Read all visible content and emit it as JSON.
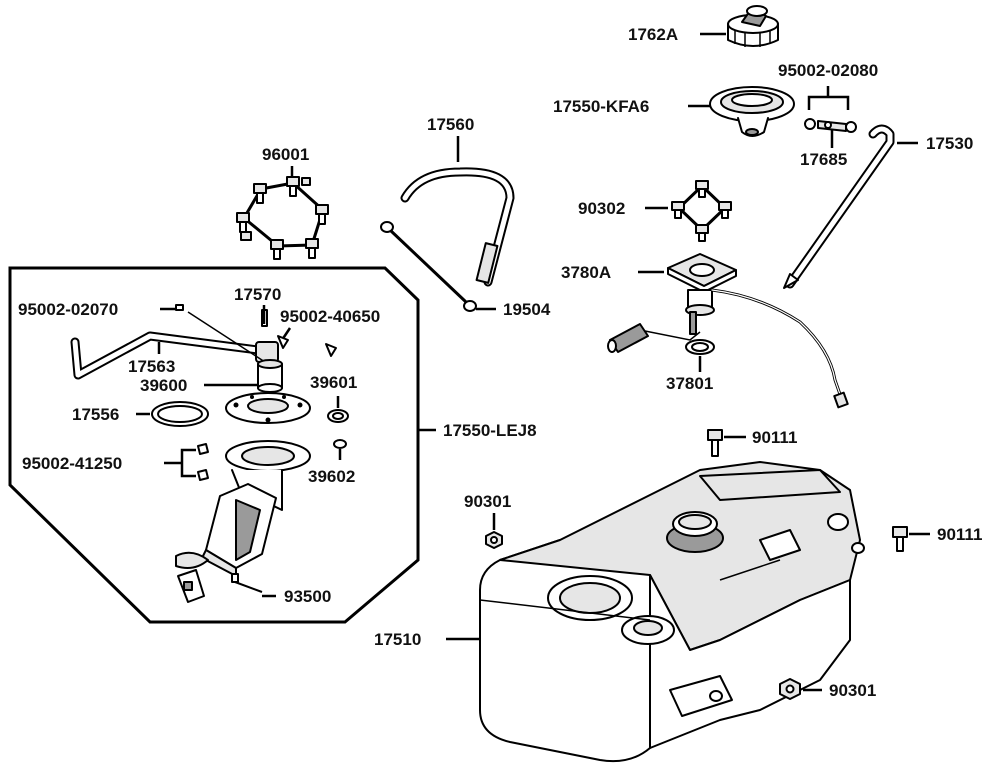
{
  "labels": {
    "p1762A": "1762A",
    "p95002_02080": "95002-02080",
    "p17550_KFA6": "17550-KFA6",
    "p17530": "17530",
    "p17685": "17685",
    "p17560": "17560",
    "p96001": "96001",
    "p90302": "90302",
    "p3780A": "3780A",
    "p19504": "19504",
    "p37801": "37801",
    "p95002_02070": "95002-02070",
    "p17570": "17570",
    "p95002_40650": "95002-40650",
    "p17563": "17563",
    "p39600": "39600",
    "p39601": "39601",
    "p17556": "17556",
    "p17550_LEJ8": "17550-LEJ8",
    "p95002_41250": "95002-41250",
    "p39602": "39602",
    "p93500": "93500",
    "p90111_top": "90111",
    "p90111_right": "90111",
    "p90301_left": "90301",
    "p90301_bottom": "90301",
    "p17510": "17510"
  }
}
